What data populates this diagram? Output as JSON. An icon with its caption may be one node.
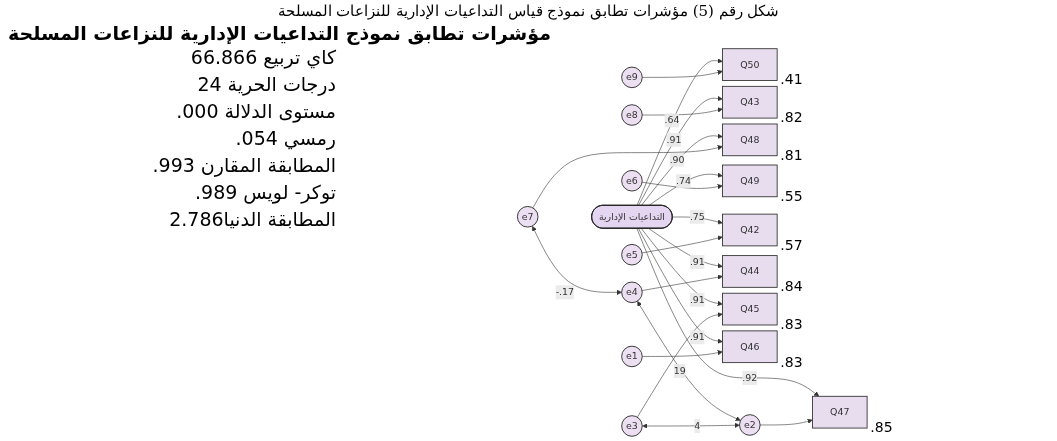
{
  "diagram": {
    "title": "شكل رقم (5) مؤشرات تطابق نموذج قياس التداعيات الإدارية للنزاعات المسلحة",
    "nodes": [
      {
        "text": [
          "التداعيات الإدارية"
        ]
      },
      {
        "text": [
          "Q50"
        ],
        "beside": [
          ".41"
        ]
      },
      {
        "text": [
          "Q43"
        ],
        "beside": [
          ".82"
        ]
      },
      {
        "text": [
          "Q48"
        ],
        "beside": [
          ".81"
        ]
      },
      {
        "text": [
          "Q49"
        ],
        "beside": [
          ".55"
        ]
      },
      {
        "text": [
          "Q42"
        ],
        "beside": [
          ".57"
        ]
      },
      {
        "text": [
          "Q44"
        ],
        "beside": [
          ".84"
        ]
      },
      {
        "text": [
          "Q45"
        ],
        "beside": [
          ".83"
        ]
      },
      {
        "text": [
          "Q47"
        ],
        "beside": [
          ".85"
        ]
      },
      {
        "text": [
          "Q46"
        ],
        "beside": [
          ".83"
        ]
      },
      {
        "text": [
          "e9"
        ]
      },
      {
        "text": [
          "e8"
        ]
      },
      {
        "text": [
          "e7"
        ]
      },
      {
        "text": [
          "e6"
        ]
      },
      {
        "text": [
          "e5"
        ]
      },
      {
        "text": [
          "e4"
        ]
      },
      {
        "text": [
          "e3"
        ]
      },
      {
        "text": [
          "e2"
        ]
      },
      {
        "text": [
          "e1"
        ]
      }
    ],
    "edges": [
      {
        "from": 0,
        "to": 1,
        "arrow": "to",
        "label": ".64"
      },
      {
        "from": 0,
        "to": 2,
        "arrow": "to",
        "label": ".91"
      },
      {
        "from": 0,
        "to": 3,
        "arrow": "to",
        "label": ".90"
      },
      {
        "from": 0,
        "to": 4,
        "arrow": "to",
        "label": ".74"
      },
      {
        "from": 0,
        "to": 5,
        "arrow": "to",
        "label": ".75"
      },
      {
        "from": 0,
        "to": 6,
        "arrow": "to",
        "label": ".91"
      },
      {
        "from": 0,
        "to": 7,
        "arrow": "to",
        "label": ".91"
      },
      {
        "from": 0,
        "to": 8,
        "arrow": "to",
        "label": ".92"
      },
      {
        "from": 0,
        "to": 9,
        "arrow": "to",
        "label": ".91"
      },
      {
        "from": 10,
        "to": 1,
        "arrow": "to"
      },
      {
        "from": 11,
        "to": 2,
        "arrow": "to"
      },
      {
        "from": 12,
        "to": 3,
        "arrow": "to"
      },
      {
        "from": 13,
        "to": 4,
        "arrow": "to"
      },
      {
        "from": 14,
        "to": 5,
        "arrow": "to"
      },
      {
        "from": 15,
        "to": 6,
        "arrow": "to"
      },
      {
        "from": 16,
        "to": 7,
        "arrow": "to"
      },
      {
        "from": 17,
        "to": 8,
        "arrow": "to"
      },
      {
        "from": 18,
        "to": 9,
        "arrow": "to"
      },
      {
        "from": 12,
        "to": 15,
        "arrow": "both",
        "label": "-.17"
      },
      {
        "from": 15,
        "to": 17,
        "arrow": "both",
        "label": "19"
      },
      {
        "from": 16,
        "to": 17,
        "arrow": "both",
        "label": "4"
      }
    ],
    "labels": [
      "مؤشرات تطابق نموذج التداعيات الإدارية للنزاعات المسلحة",
      "كاي تربيع 66.866",
      "درجات الحرية 24",
      "مستوى الدلالة 000.",
      "رمسي 054.",
      "المطابقة المقارن 993.",
      "توكر- لويس 989.",
      "المطابقة الدنيا2.786"
    ]
  }
}
